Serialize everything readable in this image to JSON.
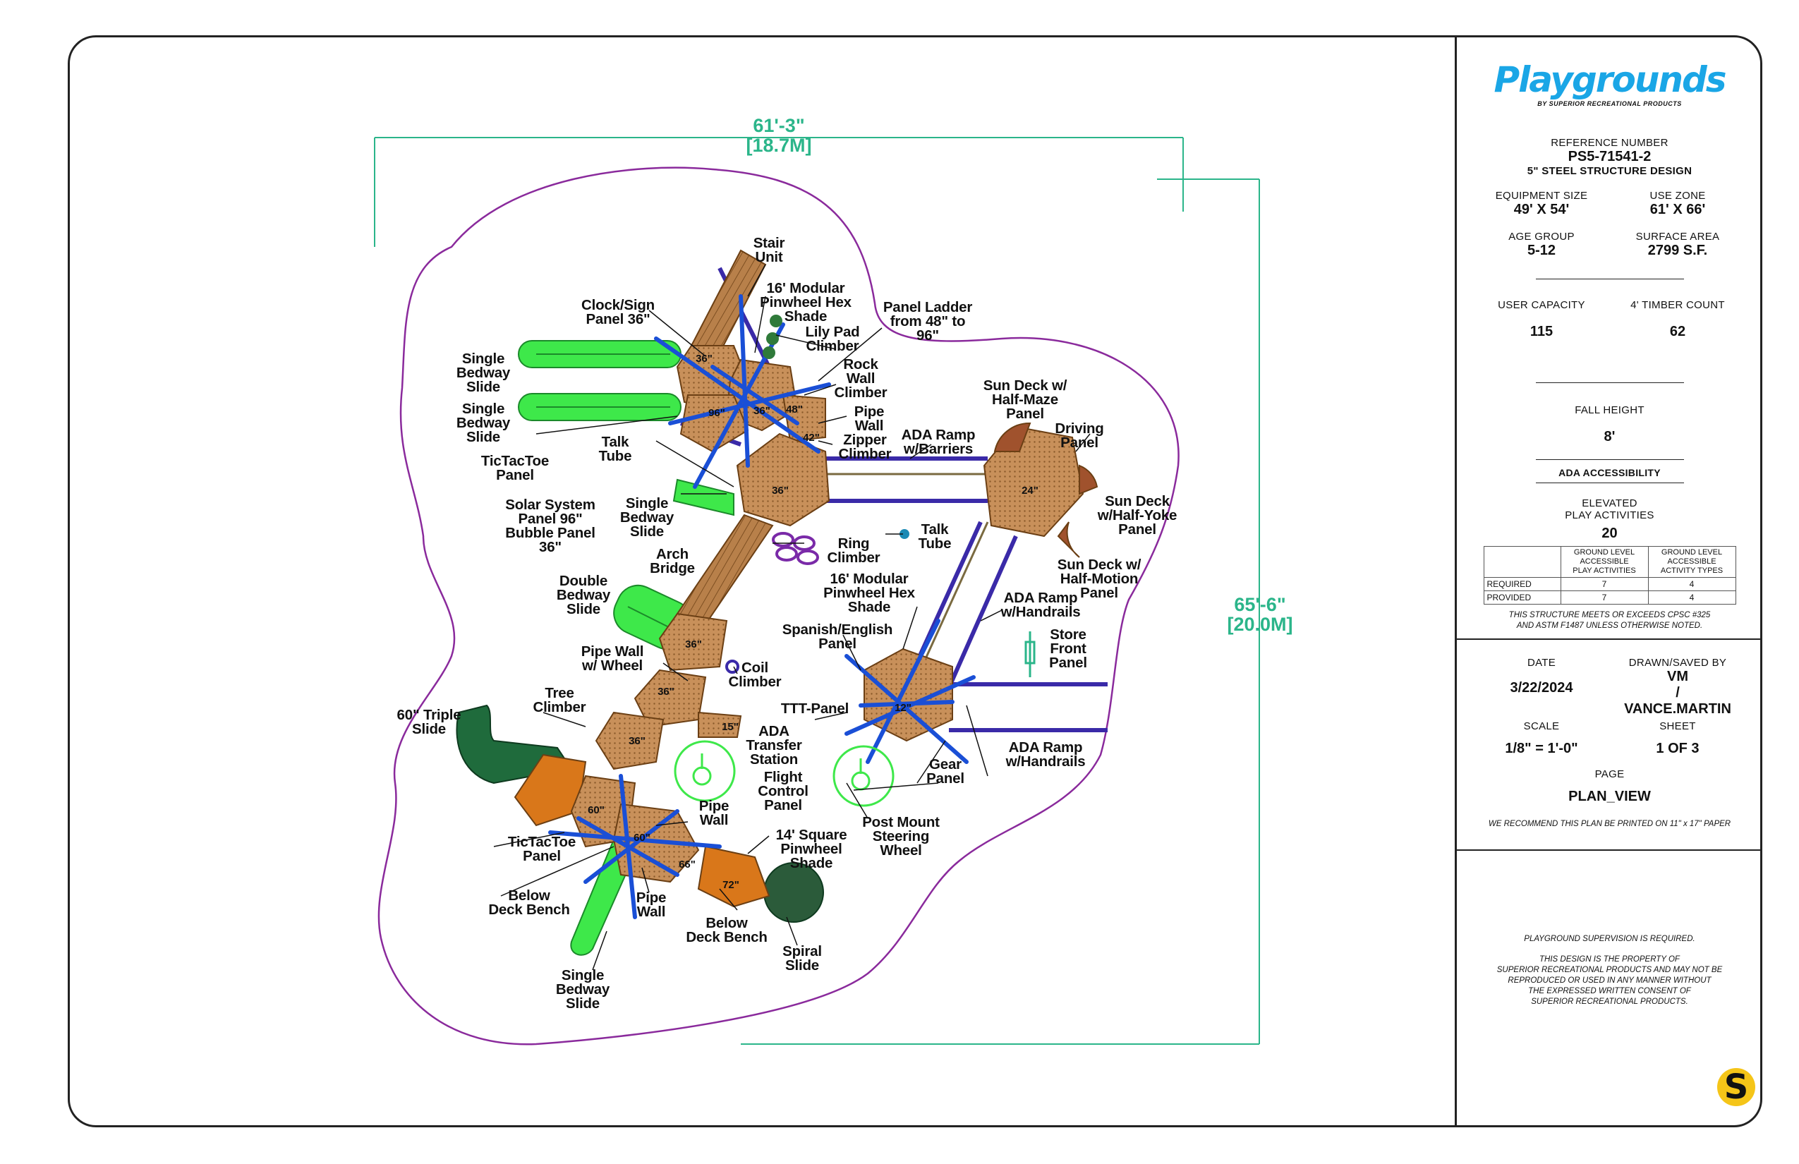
{
  "plan": {
    "dimension_width": "61'-3\"",
    "dimension_width_metric": "[18.7M]",
    "dimension_height": "65'-6\"",
    "dimension_height_metric": "[20.0M]",
    "labels": {
      "stair_unit": [
        "Stair",
        "Unit"
      ],
      "modular_hex_shade_top": [
        "16' Modular",
        "Pinwheel Hex",
        "Shade"
      ],
      "panel_ladder": [
        "Panel Ladder",
        "from 48\" to",
        "96\""
      ],
      "clock_sign": [
        "Clock/Sign",
        "Panel 36\""
      ],
      "lily_pad": [
        "Lily Pad",
        "Climber"
      ],
      "rock_wall": [
        "Rock",
        "Wall",
        "Climber"
      ],
      "single_bedway_1": [
        "Single",
        "Bedway",
        "Slide"
      ],
      "single_bedway_2": [
        "Single",
        "Bedway",
        "Slide"
      ],
      "pipe_wall_top": [
        "Pipe",
        "Wall"
      ],
      "zipper": [
        "Zipper",
        "Climber"
      ],
      "ada_ramp_barriers": [
        "ADA Ramp",
        "w/Barriers"
      ],
      "sun_deck_maze": [
        "Sun Deck w/",
        "Half-Maze",
        "Panel"
      ],
      "driving_panel": [
        "Driving",
        "Panel"
      ],
      "talk_tube_left": [
        "Talk",
        "Tube"
      ],
      "tictactoe_top": [
        "TicTacToe",
        "Panel"
      ],
      "solar_system": [
        "Solar System",
        "Panel 96\"",
        "Bubble Panel",
        "36\""
      ],
      "single_bedway_3": [
        "Single",
        "Bedway",
        "Slide"
      ],
      "sun_deck_yoke": [
        "Sun Deck",
        "w/Half-Yoke",
        "Panel"
      ],
      "ring_climber": [
        "Ring",
        "Climber"
      ],
      "talk_tube_right": [
        "Talk",
        "Tube"
      ],
      "arch_bridge": [
        "Arch",
        "Bridge"
      ],
      "sun_deck_motion": [
        "Sun Deck w/",
        "Half-Motion",
        "Panel"
      ],
      "modular_hex_shade_mid": [
        "16' Modular",
        "Pinwheel Hex",
        "Shade"
      ],
      "double_bedway": [
        "Double",
        "Bedway",
        "Slide"
      ],
      "ada_ramp_handrails_1": [
        "ADA Ramp",
        "w/Handrails"
      ],
      "spanish_english": [
        "Spanish/English",
        "Panel"
      ],
      "store_front": [
        "Store",
        "Front",
        "Panel"
      ],
      "pipe_wall_wheel": [
        "Pipe Wall",
        "w/ Wheel"
      ],
      "coil_climber": [
        "Coil",
        "Climber"
      ],
      "tree_climber": [
        "Tree",
        "Climber"
      ],
      "ttt_panel": [
        "TTT-Panel"
      ],
      "triple_slide": [
        "60\" Triple",
        "Slide"
      ],
      "ada_transfer": [
        "ADA",
        "Transfer",
        "Station"
      ],
      "flight_control": [
        "Flight",
        "Control",
        "Panel"
      ],
      "gear_panel": [
        "Gear",
        "Panel"
      ],
      "ada_ramp_handrails_2": [
        "ADA Ramp",
        "w/Handrails"
      ],
      "pipe_wall_low": [
        "Pipe",
        "Wall"
      ],
      "square_shade": [
        "14' Square",
        "Pinwheel",
        "Shade"
      ],
      "post_mount_wheel": [
        "Post Mount",
        "Steering",
        "Wheel"
      ],
      "tictactoe_low": [
        "TicTacToe",
        "Panel"
      ],
      "below_deck_bench_1": [
        "Below",
        "Deck Bench"
      ],
      "pipe_wall_bottom": [
        "Pipe",
        "Wall"
      ],
      "below_deck_bench_2": [
        "Below",
        "Deck Bench"
      ],
      "spiral_slide": [
        "Spiral",
        "Slide"
      ],
      "single_bedway_4": [
        "Single",
        "Bedway",
        "Slide"
      ]
    },
    "deck_heights": [
      "36\"",
      "96\"",
      "36\"",
      "48\"",
      "42\"",
      "36\"",
      "24\"",
      "36\"",
      "36\"",
      "15\"",
      "36\"",
      "12\"",
      "60\"",
      "60\"",
      "66\"",
      "72\""
    ]
  },
  "colors": {
    "deck_fill": "#c8905a",
    "deck_stroke": "#6b3f14",
    "frame": "#3a2aa8",
    "shade": "#1a4fd6",
    "slide_green": "#3ee84a",
    "slide_dark": "#1f6b3c",
    "zone_line": "#8a2a9c",
    "dimension": "#2bb58a",
    "brand_blue": "#1aa6e6"
  },
  "titleblock": {
    "brand": "Playgrounds",
    "brand_sub": "BY SUPERIOR RECREATIONAL PRODUCTS",
    "reference_label": "REFERENCE NUMBER",
    "reference_number": "PS5-71541-2",
    "design": "5\" STEEL STRUCTURE DESIGN",
    "equipment_size_label": "EQUIPMENT SIZE",
    "equipment_size": "49' X 54'",
    "use_zone_label": "USE ZONE",
    "use_zone": "61' X 66'",
    "age_group_label": "AGE GROUP",
    "age_group": "5-12",
    "surface_area_label": "SURFACE AREA",
    "surface_area": "2799 S.F.",
    "user_capacity_label": "USER CAPACITY",
    "user_capacity": "115",
    "timber_count_label": "4' TIMBER COUNT",
    "timber_count": "62",
    "fall_height_label": "FALL HEIGHT",
    "fall_height": "8'",
    "ada_heading": "ADA ACCESSIBILITY",
    "elevated_label_1": "ELEVATED",
    "elevated_label_2": "PLAY ACTIVITIES",
    "elevated": "20",
    "ada_table": {
      "col1": [
        "GROUND LEVEL",
        "ACCESSIBLE",
        "PLAY ACTIVITIES"
      ],
      "col2": [
        "GROUND LEVEL",
        "ACCESSIBLE",
        "ACTIVITY TYPES"
      ],
      "rows": [
        {
          "label": "REQUIRED",
          "a": "7",
          "b": "4"
        },
        {
          "label": "PROVIDED",
          "a": "7",
          "b": "4"
        }
      ]
    },
    "compliance_1": "THIS STRUCTURE MEETS OR EXCEEDS CPSC #325",
    "compliance_2": "AND ASTM F1487 UNLESS OTHERWISE NOTED.",
    "date_label": "DATE",
    "date": "3/22/2024",
    "drawn_label": "DRAWN/SAVED BY",
    "drawn_1": "VM",
    "drawn_2": "/ VANCE.MARTIN",
    "scale_label": "SCALE",
    "scale": "1/8\" = 1'-0\"",
    "sheet_label": "SHEET",
    "sheet": "1 OF 3",
    "page_label": "PAGE",
    "page": "PLAN_VIEW",
    "print_note": "WE RECOMMEND THIS PLAN BE PRINTED ON 11\" x 17\" PAPER",
    "supervision": "PLAYGROUND SUPERVISION IS REQUIRED.",
    "property_1": "THIS DESIGN IS THE PROPERTY OF",
    "property_2": "SUPERIOR RECREATIONAL PRODUCTS AND MAY NOT BE",
    "property_3": "REPRODUCED OR USED IN ANY MANNER WITHOUT",
    "property_4": "THE EXPRESSED WRITTEN CONSENT OF",
    "property_5": "SUPERIOR RECREATIONAL PRODUCTS.",
    "logo_letter": "S"
  }
}
